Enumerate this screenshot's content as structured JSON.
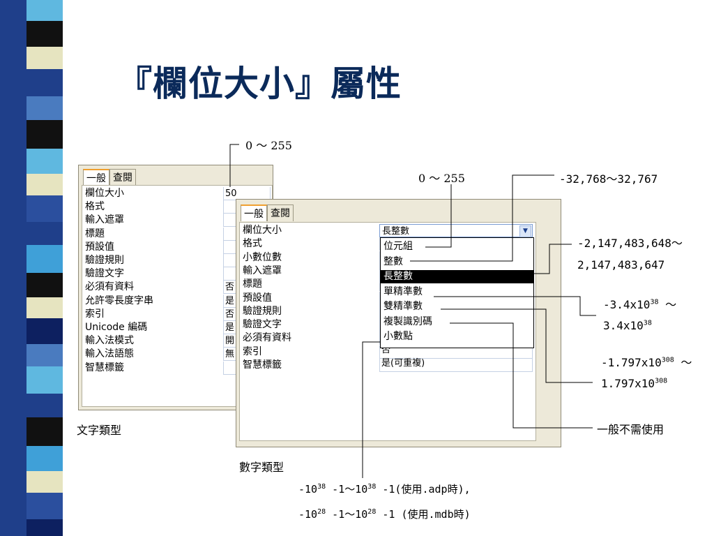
{
  "slide": {
    "title": "『欄位大小』屬性",
    "stripe_colors": [
      "#1f3f8a",
      "#5fb8e0",
      "#111111",
      "#e6e4c0",
      "#4a7bbf",
      "#2b4f9e",
      "#3fa0d8",
      "#0d2060"
    ]
  },
  "text_panel": {
    "tabs": [
      "一般",
      "查閱"
    ],
    "fields": [
      "欄位大小",
      "格式",
      "輸入遮罩",
      "標題",
      "預設值",
      "驗證規則",
      "驗證文字",
      "必須有資料",
      "允許零長度字串",
      "索引",
      "Unicode 編碼",
      "輸入法模式",
      "輸入法語態",
      "智慧標籤"
    ],
    "values": [
      "50",
      "",
      "",
      "",
      "",
      "",
      "",
      "否",
      "是",
      "否",
      "是",
      "開",
      "無",
      ""
    ],
    "caption": "文字類型"
  },
  "number_panel": {
    "tabs": [
      "一般",
      "查閱"
    ],
    "fields": [
      "欄位大小",
      "格式",
      "小數位數",
      "輸入遮罩",
      "標題",
      "預設值",
      "驗證規則",
      "驗證文字",
      "必須有資料",
      "索引",
      "智慧標籤"
    ],
    "selected_value": "長整數",
    "values_below": [
      "否",
      "是(可重複)"
    ],
    "dropdown_options": [
      "位元組",
      "整數",
      "長整數",
      "單精準數",
      "雙精準數",
      "複製識別碼",
      "小數點"
    ],
    "dropdown_selected": "長整數",
    "caption": "數字類型"
  },
  "annotations": {
    "text_range": "0 ～ 255",
    "byte_range": "0 ～ 255",
    "integer_range": "-32,768～32,767",
    "long_range_1": "-2,147,483,648～",
    "long_range_2": "2,147,483,647",
    "single_range_1": "-3.4x10",
    "single_exp": "38",
    "single_tilde": " ～",
    "single_range_2": "3.4x10",
    "double_range_1": "-1.797x10",
    "double_exp": "308",
    "double_tilde": " ～",
    "double_range_2": "1.797x10",
    "replication_note": "一般不需使用",
    "decimal_line1_a": "-10",
    "decimal_line1_b": " -1～10",
    "decimal_line1_c": " -1(使用.adp時),",
    "decimal_line2_a": "-10",
    "decimal_line2_b": " -1～10",
    "decimal_line2_c": " -1 (使用.mdb時)",
    "exp38": "38",
    "exp28": "28"
  }
}
